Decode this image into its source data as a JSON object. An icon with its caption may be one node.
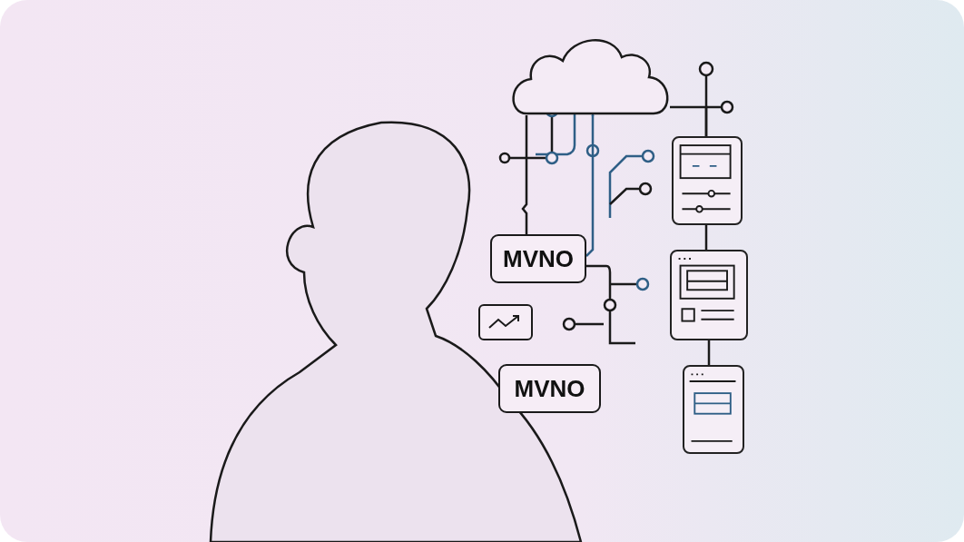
{
  "diagram": {
    "nodes": [
      {
        "text": [],
        "shape": "cloud"
      },
      {
        "text": [
          "MVNO"
        ]
      },
      {
        "text": [
          "MVNO"
        ]
      },
      {
        "text": [],
        "shape": "picture"
      },
      {
        "text": [],
        "shape": "box"
      },
      {
        "text": [],
        "shape": "box"
      },
      {
        "text": [],
        "shape": "box"
      }
    ],
    "edges": [
      {
        "from": 0,
        "to": 1,
        "arrow": "none"
      },
      {
        "from": 0,
        "to": 1,
        "arrow": "none",
        "color": "#2f5f86"
      },
      {
        "from": 0,
        "to": 4,
        "arrow": "none"
      },
      {
        "from": 4,
        "to": 5,
        "arrow": "none"
      },
      {
        "from": 5,
        "to": 6,
        "arrow": "none"
      }
    ]
  }
}
